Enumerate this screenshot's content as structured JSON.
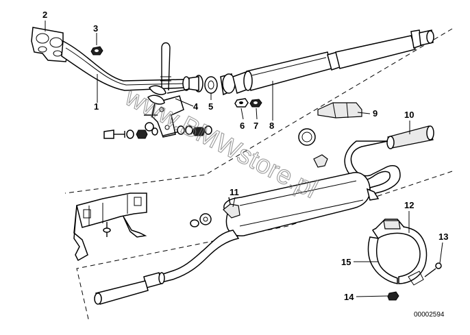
{
  "diagram": {
    "watermark": "www.BMWstore.pl",
    "reference": "00002594",
    "callouts": [
      "1",
      "2",
      "3",
      "4",
      "5",
      "6",
      "7",
      "8",
      "9",
      "10",
      "11",
      "12",
      "13",
      "14",
      "15"
    ]
  }
}
